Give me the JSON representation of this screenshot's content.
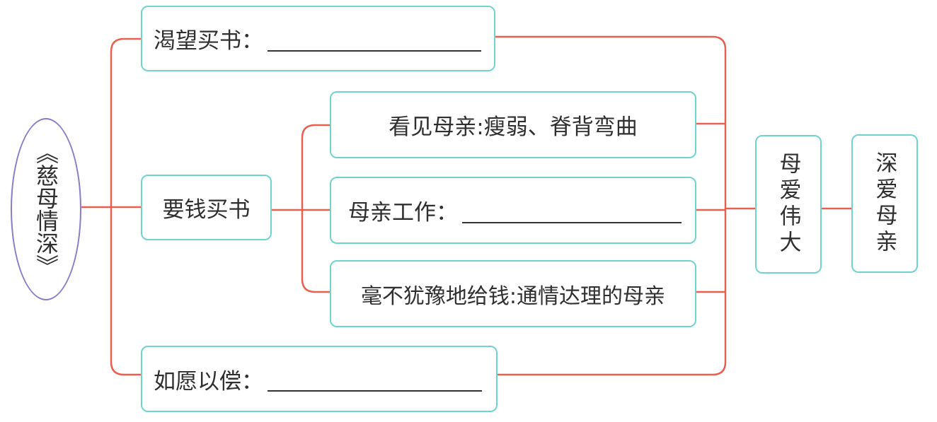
{
  "root": {
    "title": "《慈母情深》"
  },
  "branches": {
    "b1": {
      "label": "渴望买书："
    },
    "b2": {
      "label": "要钱买书"
    },
    "b3": {
      "label": "看见母亲:瘦弱、脊背弯曲"
    },
    "b4": {
      "label": "母亲工作："
    },
    "b5": {
      "label": "毫不犹豫地给钱:通情达理的母亲"
    },
    "b6": {
      "label": "如愿以偿："
    }
  },
  "summary": {
    "theme": "母爱伟大",
    "feeling": "深爱母亲"
  },
  "colors": {
    "connector": "#e8604f",
    "box_border": "#6fd3cf",
    "ellipse_border": "#8c7bc6"
  }
}
